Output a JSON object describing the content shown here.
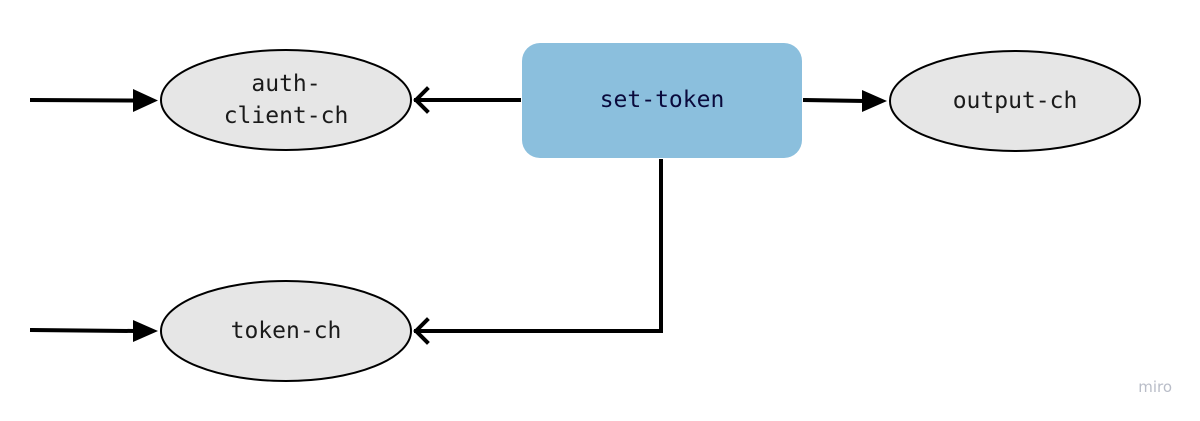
{
  "nodes": {
    "set_token": {
      "label": "set-token"
    },
    "auth_client_ch": {
      "label_line1": "auth-",
      "label_line2": "client-ch"
    },
    "output_ch": {
      "label": "output-ch"
    },
    "token_ch": {
      "label": "token-ch"
    }
  },
  "edges": [
    {
      "from": "external",
      "to": "auth-client-ch"
    },
    {
      "from": "set-token",
      "to": "auth-client-ch"
    },
    {
      "from": "set-token",
      "to": "output-ch"
    },
    {
      "from": "external",
      "to": "token-ch"
    },
    {
      "from": "set-token",
      "to": "token-ch"
    }
  ],
  "colors": {
    "process_fill": "#8bbfdd",
    "channel_fill": "#e6e6e6",
    "stroke": "#000000",
    "watermark": "#b9bdc8"
  },
  "watermark": "miro"
}
